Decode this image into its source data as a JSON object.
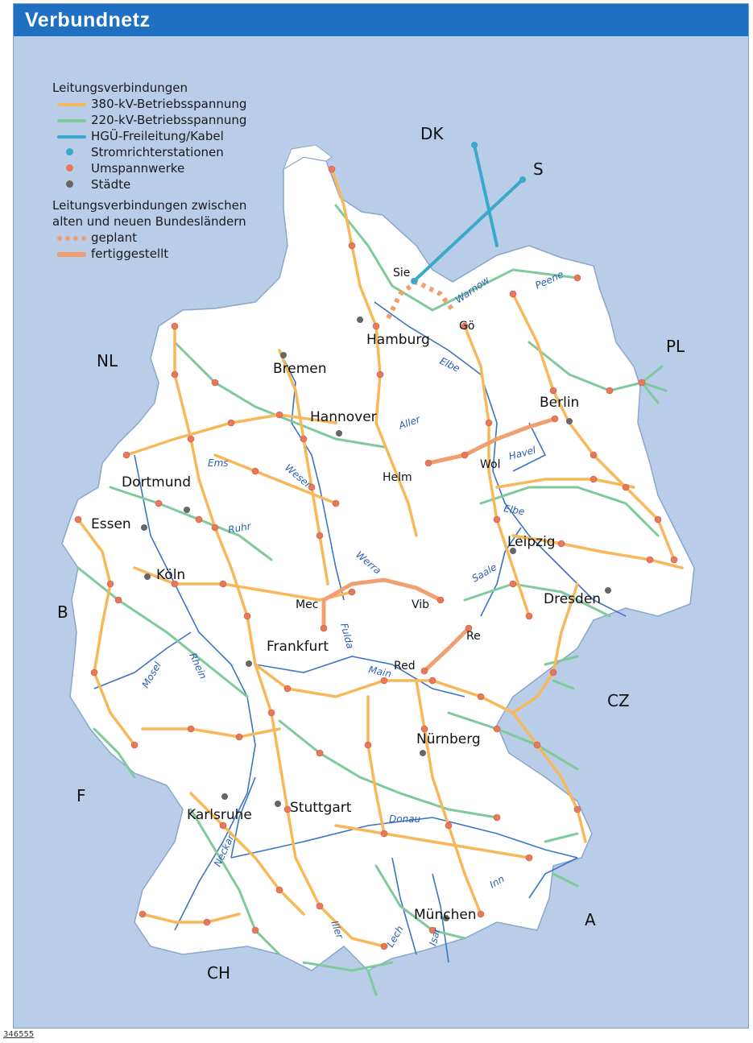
{
  "title": "Verbundnetz",
  "legend": {
    "heading1": "Leitungsverbindungen",
    "items": [
      {
        "label": "380-kV-Betriebsspannung",
        "color": "#f7b85a",
        "kind": "line"
      },
      {
        "label": "220-kV-Betriebsspannung",
        "color": "#7fc99a",
        "kind": "line"
      },
      {
        "label": "HGÜ-Freileitung/Kabel",
        "color": "#3aa8c8",
        "kind": "line"
      },
      {
        "label": "Stromrichterstationen",
        "color": "#3aa8c8",
        "kind": "dot"
      },
      {
        "label": "Umspannwerke",
        "color": "#e8785a",
        "kind": "dot"
      },
      {
        "label": "Städte",
        "color": "#666666",
        "kind": "dot"
      }
    ],
    "heading2_line1": "Leitungsverbindungen zwischen",
    "heading2_line2": "alten und neuen Bundesländern",
    "items2": [
      {
        "label": "geplant",
        "color": "#f0a070",
        "kind": "dash"
      },
      {
        "label": "fertiggestellt",
        "color": "#f0a070",
        "kind": "line"
      }
    ]
  },
  "countries": {
    "dk": "DK",
    "s": "S",
    "nl": "NL",
    "pl": "PL",
    "b": "B",
    "cz": "CZ",
    "f": "F",
    "a": "A",
    "ch": "CH"
  },
  "cities": {
    "hamburg": "Hamburg",
    "bremen": "Bremen",
    "hannover": "Hannover",
    "berlin": "Berlin",
    "dortmund": "Dortmund",
    "essen": "Essen",
    "koeln": "Köln",
    "leipzig": "Leipzig",
    "dresden": "Dresden",
    "frankfurt": "Frankfurt",
    "nuernberg": "Nürnberg",
    "karlsruhe": "Karlsruhe",
    "stuttgart": "Stuttgart",
    "muenchen": "München"
  },
  "stations": {
    "sie": "Sie",
    "goe": "Gö",
    "wol": "Wol",
    "helm": "Helm",
    "mec": "Mec",
    "vib": "Vib",
    "re": "Re",
    "red": "Red"
  },
  "rivers": {
    "warnow": "Warnow",
    "peene": "Peene",
    "elbe": "Elbe",
    "aller": "Aller",
    "havel": "Havel",
    "ems": "Ems",
    "weser": "Weser",
    "ruhr": "Ruhr",
    "elbe2": "Elbe",
    "werra": "Werra",
    "saale": "Saale",
    "fulda": "Fulda",
    "main": "Main",
    "mosel": "Mosel",
    "rhein": "Rhein",
    "donau": "Donau",
    "neckar": "Neckar",
    "inn": "Inn",
    "iller": "Iller",
    "lech": "Lech",
    "isar": "Isar"
  },
  "footer_code": "346555"
}
